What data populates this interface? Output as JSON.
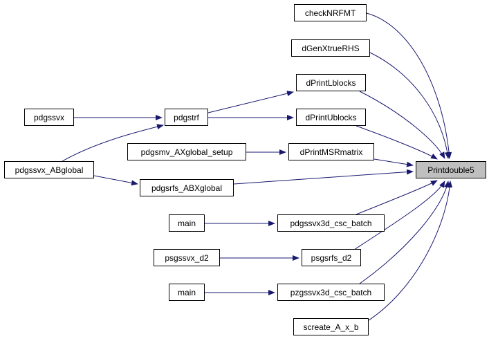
{
  "diagram": {
    "colors": {
      "edge": "#191970",
      "node_border": "#000000",
      "node_fill": "#ffffff",
      "focus_fill": "#bfbfbf"
    },
    "nodes": {
      "printdouble5": "Printdouble5",
      "checknrfmt": "checkNRFMT",
      "dgenxtruerhs": "dGenXtrueRHS",
      "dprintlblocks": "dPrintLblocks",
      "dprintublocks": "dPrintUblocks",
      "dprintmsrmatrix": "dPrintMSRmatrix",
      "pdgsrfs_abxglobal": "pdgsrfs_ABXglobal",
      "pdgssvx3d_csc_batch": "pdgssvx3d_csc_batch",
      "psgsrfs_d2": "psgsrfs_d2",
      "pzgssvx3d_csc_batch": "pzgssvx3d_csc_batch",
      "screate_a_x_b": "screate_A_x_b",
      "pdgstrf": "pdgstrf",
      "pdgsmv_axglobal_setup": "pdgsmv_AXglobal_setup",
      "pdgssvx": "pdgssvx",
      "pdgssvx_abglobal": "pdgssvx_ABglobal",
      "main_1": "main",
      "psgssvx_d2": "psgssvx_d2",
      "main_2": "main"
    }
  }
}
